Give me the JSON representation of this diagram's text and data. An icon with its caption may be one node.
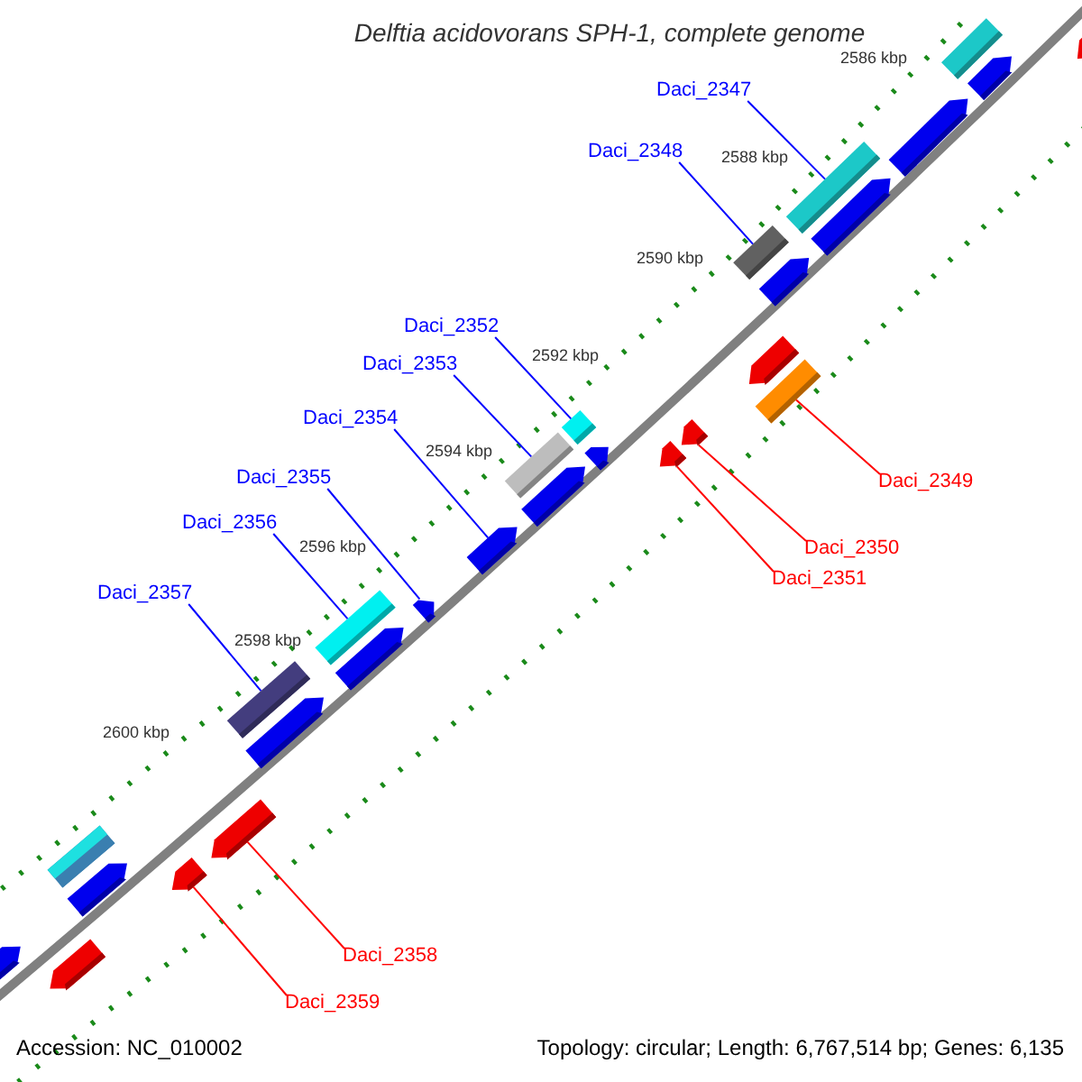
{
  "diagram": {
    "title": "Delftia acidovorans SPH-1, complete genome",
    "nodes": [
      {
        "text": [
          "Daci_2347"
        ]
      },
      {
        "text": [],
        "shape": "bar"
      },
      {
        "text": [
          "Daci_2348"
        ]
      },
      {
        "text": [],
        "shape": "bar"
      },
      {
        "text": [
          "Daci_2349"
        ]
      },
      {
        "text": [],
        "shape": "bar"
      },
      {
        "text": [
          "Daci_2350"
        ]
      },
      {
        "text": [],
        "shape": "arrow"
      },
      {
        "text": [
          "Daci_2351"
        ]
      },
      {
        "text": [],
        "shape": "arrow"
      },
      {
        "text": [
          "Daci_2352"
        ]
      },
      {
        "text": [],
        "shape": "bar"
      },
      {
        "text": [
          "Daci_2353"
        ]
      },
      {
        "text": [],
        "shape": "bar"
      },
      {
        "text": [
          "Daci_2354"
        ]
      },
      {
        "text": [],
        "shape": "arrow"
      },
      {
        "text": [
          "Daci_2355"
        ]
      },
      {
        "text": [],
        "shape": "arrow"
      },
      {
        "text": [
          "Daci_2356"
        ]
      },
      {
        "text": [],
        "shape": "bar"
      },
      {
        "text": [
          "Daci_2357"
        ]
      },
      {
        "text": [],
        "shape": "bar"
      },
      {
        "text": [
          "Daci_2358"
        ]
      },
      {
        "text": [],
        "shape": "arrow"
      },
      {
        "text": [
          "Daci_2359"
        ]
      },
      {
        "text": [],
        "shape": "arrow"
      },
      {
        "text": [],
        "shape": "bar"
      },
      {
        "text": [],
        "shape": "arrow"
      },
      {
        "text": [],
        "shape": "arrow"
      },
      {
        "text": [],
        "shape": "arrow"
      },
      {
        "text": [],
        "shape": "arrow"
      },
      {
        "text": [],
        "shape": "arrow"
      },
      {
        "text": [],
        "shape": "arrow"
      },
      {
        "text": [],
        "shape": "arrow"
      },
      {
        "text": [],
        "shape": "arrow"
      },
      {
        "text": [],
        "shape": "arrow"
      },
      {
        "text": [],
        "shape": "arrow"
      },
      {
        "text": [],
        "shape": "bar"
      },
      {
        "text": [],
        "shape": "arrow"
      },
      {
        "text": [],
        "shape": "arrow"
      },
      {
        "text": [],
        "shape": "arrow"
      }
    ],
    "edges": [
      {
        "from": 0,
        "to": 1,
        "arrow": "none"
      },
      {
        "from": 2,
        "to": 3,
        "arrow": "none"
      },
      {
        "from": 4,
        "to": 5,
        "arrow": "none",
        "color": "#ff0000"
      },
      {
        "from": 6,
        "to": 7,
        "arrow": "none",
        "color": "#ff0000"
      },
      {
        "from": 8,
        "to": 9,
        "arrow": "none",
        "color": "#ff0000"
      },
      {
        "from": 10,
        "to": 11,
        "arrow": "none"
      },
      {
        "from": 12,
        "to": 13,
        "arrow": "none"
      },
      {
        "from": 14,
        "to": 15,
        "arrow": "none"
      },
      {
        "from": 16,
        "to": 17,
        "arrow": "none"
      },
      {
        "from": 18,
        "to": 19,
        "arrow": "none"
      },
      {
        "from": 20,
        "to": 21,
        "arrow": "none"
      },
      {
        "from": 22,
        "to": 23,
        "arrow": "none",
        "color": "#ff0000"
      },
      {
        "from": 24,
        "to": 25,
        "arrow": "none",
        "color": "#ff0000"
      }
    ],
    "labels": [
      "2586 kbp",
      "2588 kbp",
      "2590 kbp",
      "2592 kbp",
      "2594 kbp",
      "2596 kbp",
      "2598 kbp",
      "2600 kbp",
      "Accession: NC_010002",
      "Topology: circular; Length: 6,767,514 bp; Genes: 6,135"
    ]
  }
}
